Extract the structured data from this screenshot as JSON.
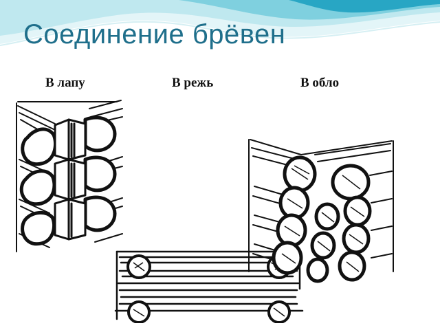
{
  "slide": {
    "title": "Соединение брёвен",
    "captions": [
      {
        "label": "В лапу"
      },
      {
        "label": "В режь"
      },
      {
        "label": "В обло"
      }
    ]
  },
  "colors": {
    "title": "#1f6f8b",
    "wave_light": "#bfe8ef",
    "wave_mid": "#7fd0df",
    "wave_dark": "#28a6c4",
    "ink": "#111111"
  }
}
